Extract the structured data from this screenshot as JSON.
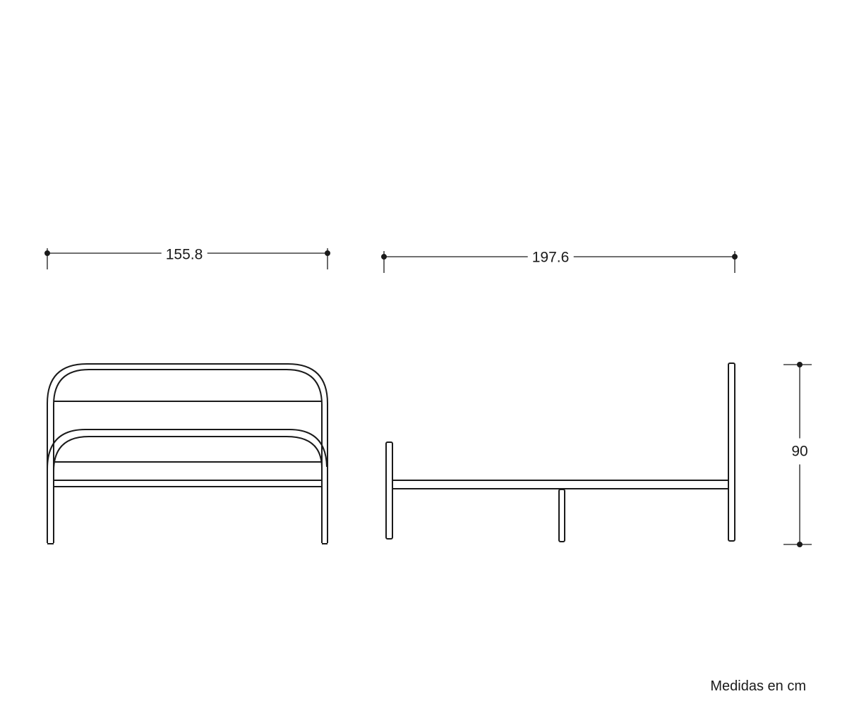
{
  "dimensions": {
    "width": "155.8",
    "length": "197.6",
    "height": "90"
  },
  "note": "Medidas en cm",
  "colors": {
    "line": "#1a1a1a",
    "background": "#ffffff"
  }
}
